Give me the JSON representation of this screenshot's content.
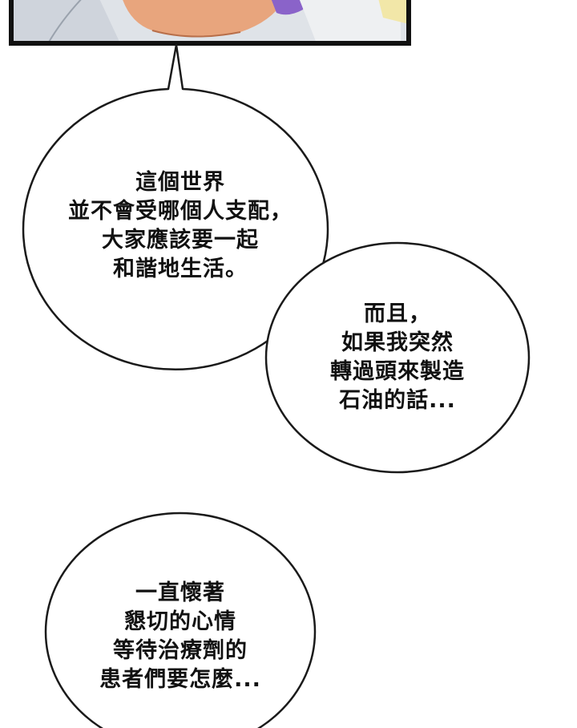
{
  "colors": {
    "panel_border": "#111111",
    "bubble_fill": "#ffffff",
    "bubble_stroke": "#1a1a1a",
    "text": "#111111"
  },
  "bubbles": [
    {
      "lines": [
        "這個世界",
        "並不會受哪個人支配，",
        "大家應該要一起",
        "和諧地生活。"
      ]
    },
    {
      "lines": [
        "而且，",
        "如果我突然",
        "轉過頭來製造",
        "石油的話..."
      ]
    },
    {
      "lines": [
        "一直懷著",
        "懇切的心情",
        "等待治療劑的",
        "患者們要怎麼..."
      ]
    }
  ]
}
